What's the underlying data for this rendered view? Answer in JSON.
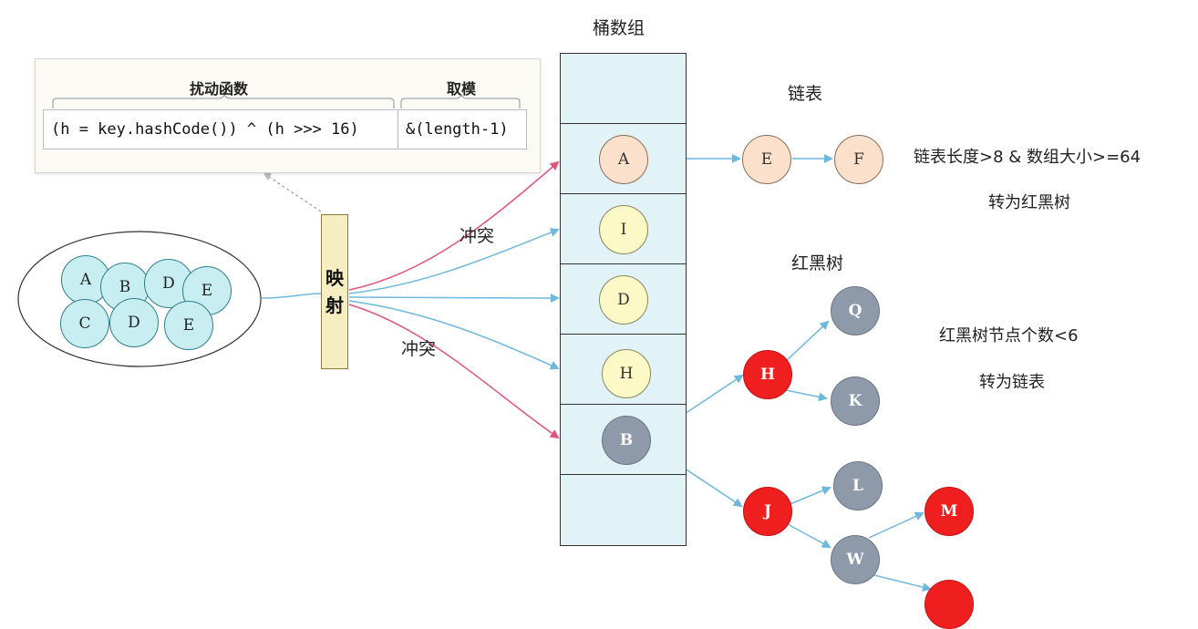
{
  "labels": {
    "bucket_array": "桶数组",
    "linked_list": "链表",
    "red_black_tree": "红黑树",
    "perturbation": "扰动函数",
    "modulo": "取模",
    "mapping_1": "映",
    "mapping_2": "射",
    "collision_top": "冲突",
    "collision_bottom": "冲突"
  },
  "code": {
    "hash_expr": "(h = key.hashCode()) ^ (h >>> 16)",
    "mod_expr": "&(length-1)"
  },
  "rules": {
    "to_tree_line1": "链表长度>8 & 数组大小>=64",
    "to_tree_line2": "转为红黑树",
    "to_list_line1": "红黑树节点个数<6",
    "to_list_line2": "转为链表"
  },
  "key_set": [
    "A",
    "B",
    "D",
    "E",
    "C",
    "D",
    "E"
  ],
  "buckets": [
    "A",
    "I",
    "D",
    "H",
    "B"
  ],
  "list_nodes": [
    "E",
    "F"
  ],
  "tree_nodes": {
    "h": "H",
    "q": "Q",
    "k": "K",
    "j": "J",
    "l": "L",
    "w": "W",
    "m": "M"
  },
  "colors": {
    "arrow_blue": "#6db8dc",
    "arrow_red": "#e0557a",
    "tree_red": "#ef1f1f",
    "tree_gray": "#8e9aaa",
    "bucket_fill": "#e2f3f8"
  }
}
